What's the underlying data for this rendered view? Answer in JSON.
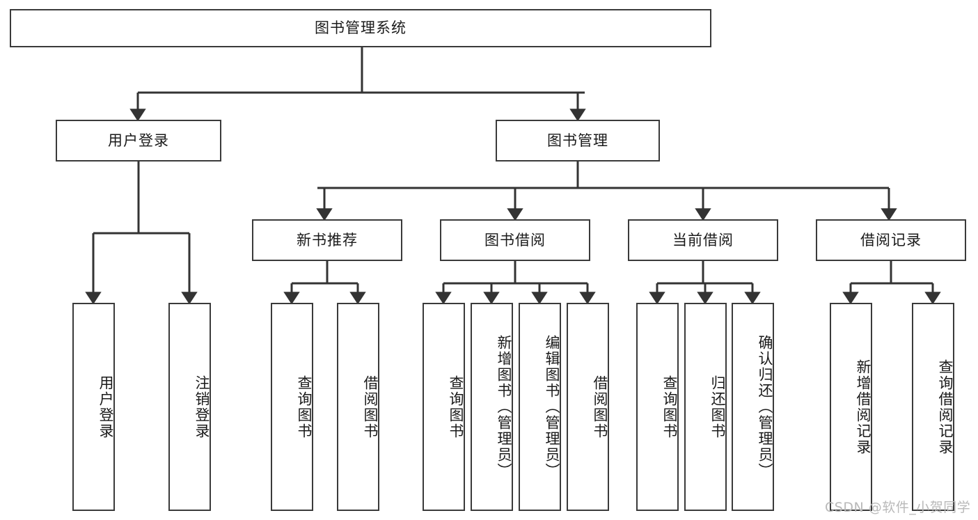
{
  "diagram": {
    "type": "tree-hierarchy",
    "title": "图书管理系统",
    "orientation": "top-down",
    "colors": {
      "box_border": "#3a3a3a",
      "box_fill": "#ffffff",
      "connector": "#333333",
      "text": "#1a1a1a",
      "watermark": "#b9b9b9",
      "background": "#ffffff"
    },
    "root": {
      "label": "图书管理系统"
    },
    "level2": [
      {
        "label": "用户登录"
      },
      {
        "label": "图书管理"
      }
    ],
    "level3": [
      {
        "label": "新书推荐"
      },
      {
        "label": "图书借阅"
      },
      {
        "label": "当前借阅"
      },
      {
        "label": "借阅记录"
      }
    ],
    "leaves": {
      "user_login": [
        {
          "label": "用户登录"
        },
        {
          "label": "注销登录"
        }
      ],
      "new_book_recommend": [
        {
          "label": "查询图书"
        },
        {
          "label": "借阅图书"
        }
      ],
      "book_borrow": [
        {
          "label": "查询图书"
        },
        {
          "label": "新增图书（管理员）"
        },
        {
          "label": "编辑图书（管理员）"
        },
        {
          "label": "借阅图书"
        }
      ],
      "current_borrow": [
        {
          "label": "查询图书"
        },
        {
          "label": "归还图书"
        },
        {
          "label": "确认归还（管理员）"
        }
      ],
      "borrow_record": [
        {
          "label": "新增借阅记录"
        },
        {
          "label": "查询借阅记录"
        }
      ]
    }
  },
  "watermark": {
    "text": "CSDN @软件_小贺同学"
  }
}
